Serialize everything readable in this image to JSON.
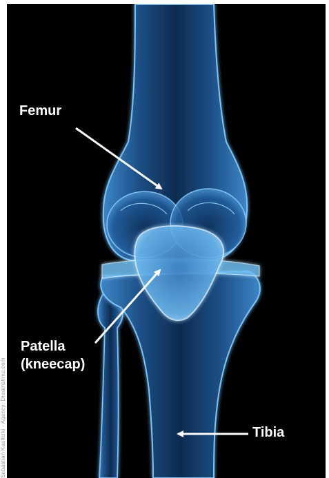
{
  "labels": {
    "femur": "Femur",
    "patella_line1": "Patella",
    "patella_line2": "(kneecap)",
    "tibia": "Tibia"
  },
  "credit": "Sebastian Kaulitzki - Agency: Dreamstime.com",
  "colors": {
    "background": "#000000",
    "bone_glow": "#5aa8e6",
    "bone_edge": "#bfe4ff",
    "label_text": "#ffffff",
    "arrow": "#ffffff"
  }
}
